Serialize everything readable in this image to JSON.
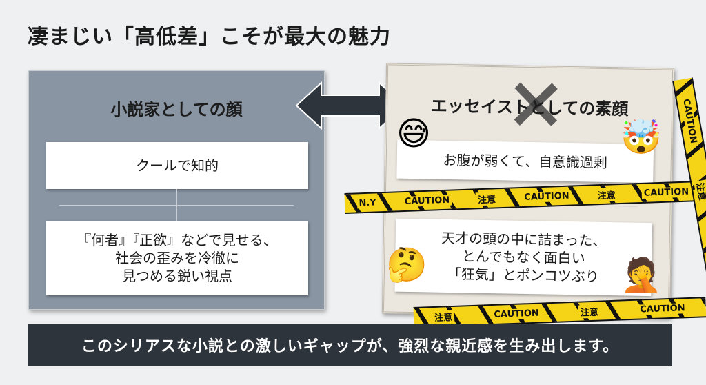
{
  "title": "凄まじい「高低差」こそが最大の魅力",
  "left": {
    "heading": "小説家としての顔",
    "box1": "クールで知的",
    "box2": "『何者』『正欲』などで見せる、\n社会の歪みを冷徹に\n見つめる鋭い視点"
  },
  "right": {
    "heading": "エッセイストとしての素顔",
    "box1": "お腹が弱くて、自意識過剰",
    "box2": "天才の頭の中に詰まった、\nとんでもなく面白い\n「狂気」とポンコツぶり"
  },
  "tape": {
    "caution": "CAUTION",
    "chui": "注意",
    "ny": "N.Y"
  },
  "banner": "このシリアスな小説との激しいギャップが、強烈な親近感を生み出します。",
  "colors": {
    "left_panel": "#8995a3",
    "right_panel": "#ebe6de",
    "banner": "#2e343c",
    "tape": "#f5d417"
  }
}
